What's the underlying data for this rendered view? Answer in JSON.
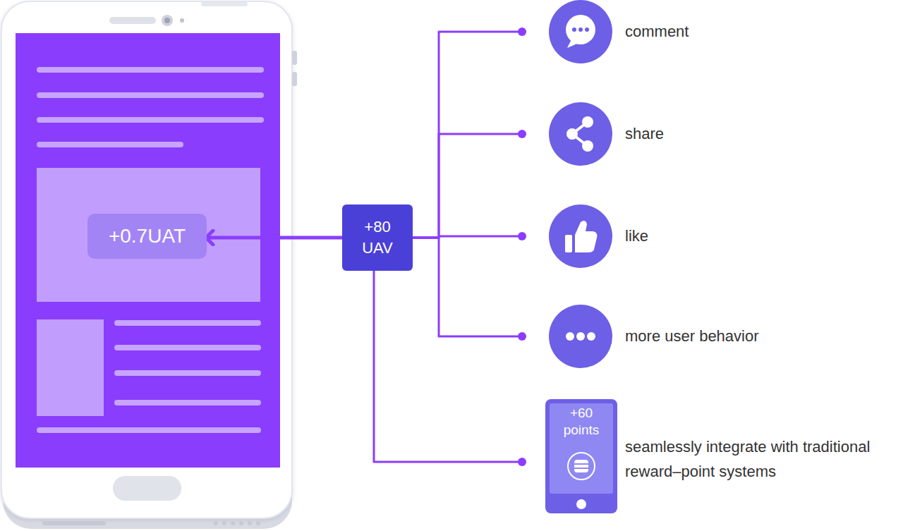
{
  "diagram": {
    "nodes": [
      {
        "text": [
          "+0.7UAT"
        ]
      },
      {
        "text": [
          "+80 UAV"
        ]
      },
      {
        "text": [
          "comment"
        ]
      },
      {
        "text": [
          "share"
        ]
      },
      {
        "text": [
          "like"
        ]
      },
      {
        "text": [
          "more user behavior"
        ]
      },
      {
        "text": [
          "+60 points",
          "seamlessly integrate with traditional reward–point systems"
        ]
      }
    ],
    "edges": [
      {
        "from": 1,
        "to": 0,
        "arrow": "to"
      },
      {
        "from": 2,
        "to": 1,
        "arrow": "none"
      },
      {
        "from": 3,
        "to": 1,
        "arrow": "none"
      },
      {
        "from": 4,
        "to": 1,
        "arrow": "none"
      },
      {
        "from": 5,
        "to": 1,
        "arrow": "none"
      },
      {
        "from": 6,
        "to": 1,
        "arrow": "none"
      }
    ]
  }
}
